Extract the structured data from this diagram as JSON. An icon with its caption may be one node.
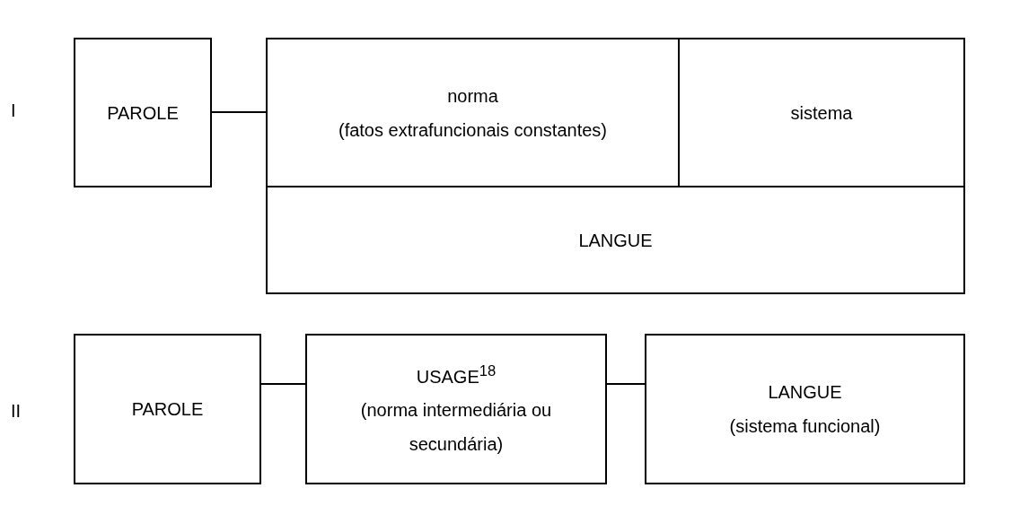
{
  "diagram": {
    "nodes": [
      {
        "text": [
          "PAROLE"
        ]
      },
      {
        "text": [
          "norma",
          "(fatos extrafuncionais constantes)"
        ]
      },
      {
        "text": [
          "sistema"
        ]
      },
      {
        "text": [
          "LANGUE"
        ]
      },
      {
        "text": [
          "PAROLE"
        ]
      },
      {
        "text": [
          "USAGE$^{18}$",
          "(norma intermediária ou secundária)"
        ]
      },
      {
        "text": [
          "LANGUE",
          "(sistema funcional)"
        ]
      }
    ],
    "edges": [
      {
        "from": 0,
        "to": 1,
        "arrow": "none"
      },
      {
        "from": 4,
        "to": 5,
        "arrow": "none"
      },
      {
        "from": 5,
        "to": 6,
        "arrow": "none"
      }
    ],
    "labels": [
      "I",
      "II"
    ]
  }
}
